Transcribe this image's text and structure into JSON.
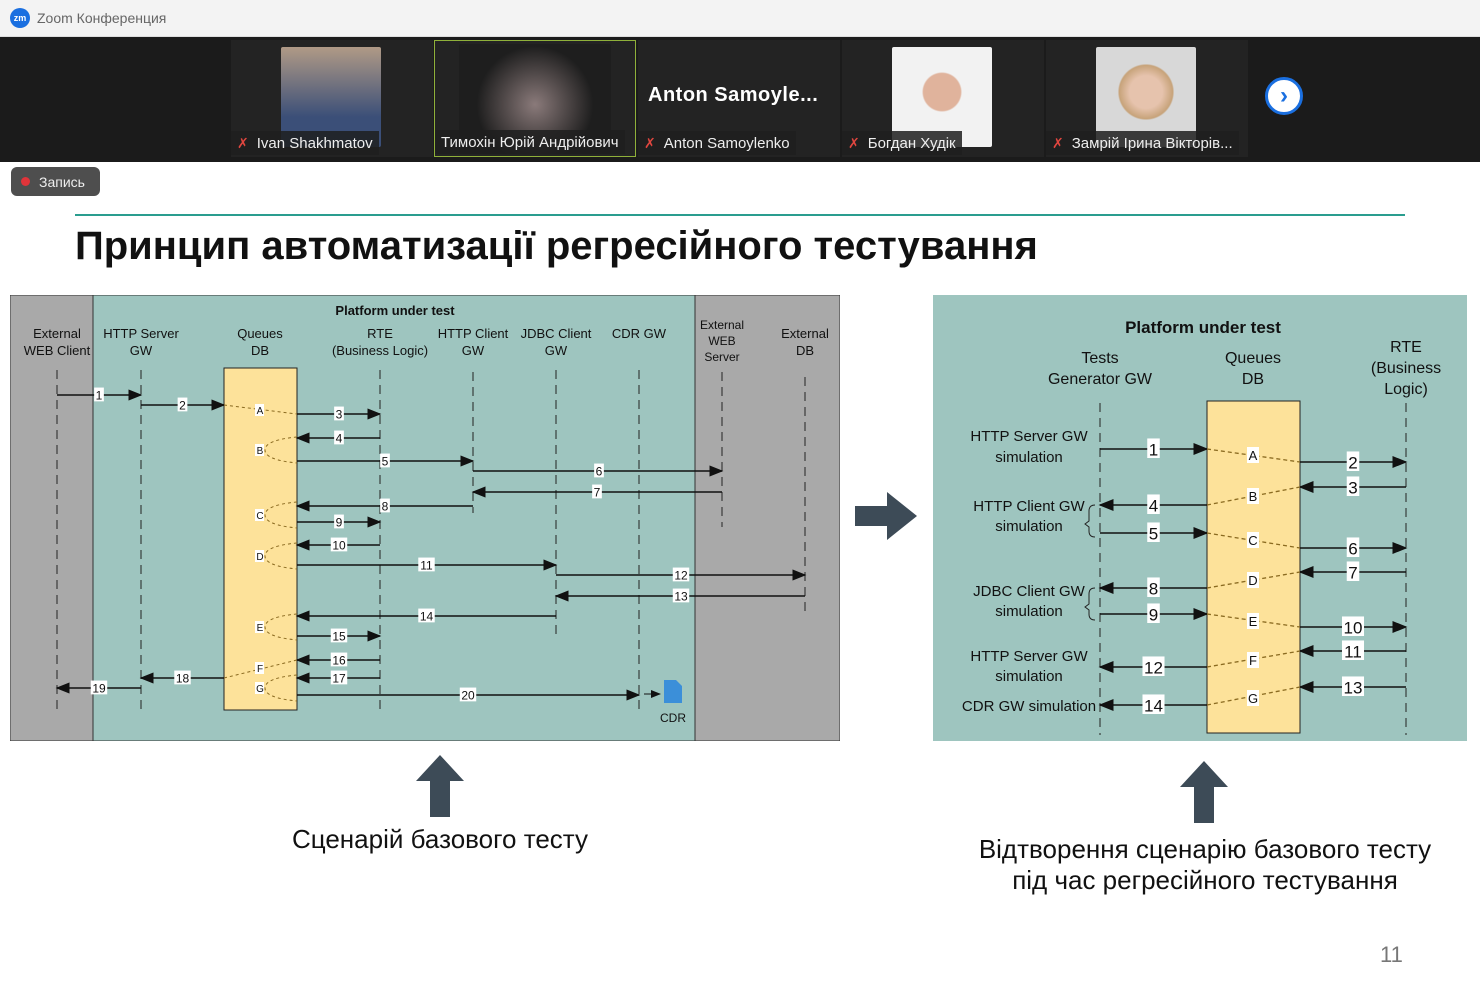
{
  "window": {
    "title": "Zoom Конференция",
    "logo": "zm"
  },
  "participants": [
    {
      "name": "Ivan Shakhmatov",
      "muted": true,
      "video": true
    },
    {
      "name": "Тимохін Юрій Андрійович",
      "muted": false,
      "video": true,
      "active_speaker": true
    },
    {
      "name": "Anton Samoylenko",
      "display": "Anton  Samoyle...",
      "muted": true,
      "video": false
    },
    {
      "name": "Богдан Худік",
      "muted": true,
      "video": true
    },
    {
      "name": "Замрій Ірина Вікторів...",
      "muted": true,
      "video": true
    }
  ],
  "recording": {
    "label": "Запись"
  },
  "slide": {
    "title": "Принцип автоматизації регресійного тестування",
    "caption_left": "Сценарій базового тесту",
    "caption_right_1": "Відтворення сценарію базового тесту",
    "caption_right_2": "під час регресійного тестування",
    "page": "11"
  },
  "colors": {
    "diagram_bg": "#9ec5bf",
    "external_bg": "#a9a9a9",
    "queue_fill": "#fde29a",
    "accent": "#2a9d8f",
    "arrow": "#3d4b57"
  },
  "left_diagram": {
    "title": "Platform under test",
    "lanes": [
      {
        "id": "ewc",
        "label1": "External",
        "label2": "WEB Client"
      },
      {
        "id": "hsg",
        "label1": "HTTP Server",
        "label2": "GW"
      },
      {
        "id": "q",
        "label1": "Queues",
        "label2": "DB"
      },
      {
        "id": "rte",
        "label1": "RTE",
        "label2": "(Business Logic)"
      },
      {
        "id": "hcg",
        "label1": "HTTP Client",
        "label2": "GW"
      },
      {
        "id": "jdbc",
        "label1": "JDBC Client",
        "label2": "GW"
      },
      {
        "id": "cdr",
        "label1": "CDR GW",
        "label2": ""
      },
      {
        "id": "ews",
        "label1": "External",
        "label2": "WEB",
        "label3": "Server"
      },
      {
        "id": "edb",
        "label1": "External",
        "label2": "DB"
      }
    ],
    "messages": [
      {
        "n": "1",
        "from": "ewc",
        "to": "hsg"
      },
      {
        "n": "2",
        "from": "hsg",
        "to": "q"
      },
      {
        "n": "3",
        "from": "q",
        "to": "rte"
      },
      {
        "n": "4",
        "from": "rte",
        "to": "q"
      },
      {
        "n": "5",
        "from": "q",
        "to": "hcg"
      },
      {
        "n": "6",
        "from": "hcg",
        "to": "ews"
      },
      {
        "n": "7",
        "from": "ews",
        "to": "hcg"
      },
      {
        "n": "8",
        "from": "hcg",
        "to": "q"
      },
      {
        "n": "9",
        "from": "q",
        "to": "rte"
      },
      {
        "n": "10",
        "from": "rte",
        "to": "q"
      },
      {
        "n": "11",
        "from": "q",
        "to": "jdbc"
      },
      {
        "n": "12",
        "from": "jdbc",
        "to": "edb"
      },
      {
        "n": "13",
        "from": "edb",
        "to": "jdbc"
      },
      {
        "n": "14",
        "from": "jdbc",
        "to": "q"
      },
      {
        "n": "15",
        "from": "q",
        "to": "rte"
      },
      {
        "n": "16",
        "from": "rte",
        "to": "q"
      },
      {
        "n": "17",
        "from": "rte",
        "to": "q"
      },
      {
        "n": "18",
        "from": "q",
        "to": "hsg"
      },
      {
        "n": "19",
        "from": "hsg",
        "to": "ewc"
      },
      {
        "n": "20",
        "from": "q",
        "to": "cdr"
      }
    ],
    "queue_states": [
      "A",
      "B",
      "C",
      "D",
      "E",
      "F",
      "G"
    ],
    "cdr_label": "CDR"
  },
  "right_diagram": {
    "title": "Platform under test",
    "lanes": [
      {
        "id": "gen",
        "label1": "Tests",
        "label2": "Generator GW"
      },
      {
        "id": "q",
        "label1": "Queues",
        "label2": "DB"
      },
      {
        "id": "rte",
        "label1": "RTE",
        "label2": "(Business",
        "label3": "Logic)"
      }
    ],
    "side_labels": [
      {
        "l1": "HTTP Server GW",
        "l2": "simulation"
      },
      {
        "l1": "HTTP Client GW",
        "l2": "simulation"
      },
      {
        "l1": "JDBC Client GW",
        "l2": "simulation"
      },
      {
        "l1": "HTTP Server GW",
        "l2": "simulation"
      },
      {
        "l1": "CDR GW simulation",
        "l2": ""
      }
    ],
    "messages": [
      {
        "n": "1",
        "from": "gen",
        "to": "q"
      },
      {
        "n": "2",
        "from": "q",
        "to": "rte"
      },
      {
        "n": "3",
        "from": "rte",
        "to": "q"
      },
      {
        "n": "4",
        "from": "q",
        "to": "gen"
      },
      {
        "n": "5",
        "from": "gen",
        "to": "q"
      },
      {
        "n": "6",
        "from": "q",
        "to": "rte"
      },
      {
        "n": "7",
        "from": "rte",
        "to": "q"
      },
      {
        "n": "8",
        "from": "q",
        "to": "gen"
      },
      {
        "n": "9",
        "from": "gen",
        "to": "q"
      },
      {
        "n": "10",
        "from": "q",
        "to": "rte"
      },
      {
        "n": "11",
        "from": "rte",
        "to": "q"
      },
      {
        "n": "12",
        "from": "q",
        "to": "gen"
      },
      {
        "n": "13",
        "from": "rte",
        "to": "q"
      },
      {
        "n": "14",
        "from": "q",
        "to": "gen"
      }
    ],
    "queue_states": [
      "A",
      "B",
      "C",
      "D",
      "E",
      "F",
      "G"
    ]
  }
}
